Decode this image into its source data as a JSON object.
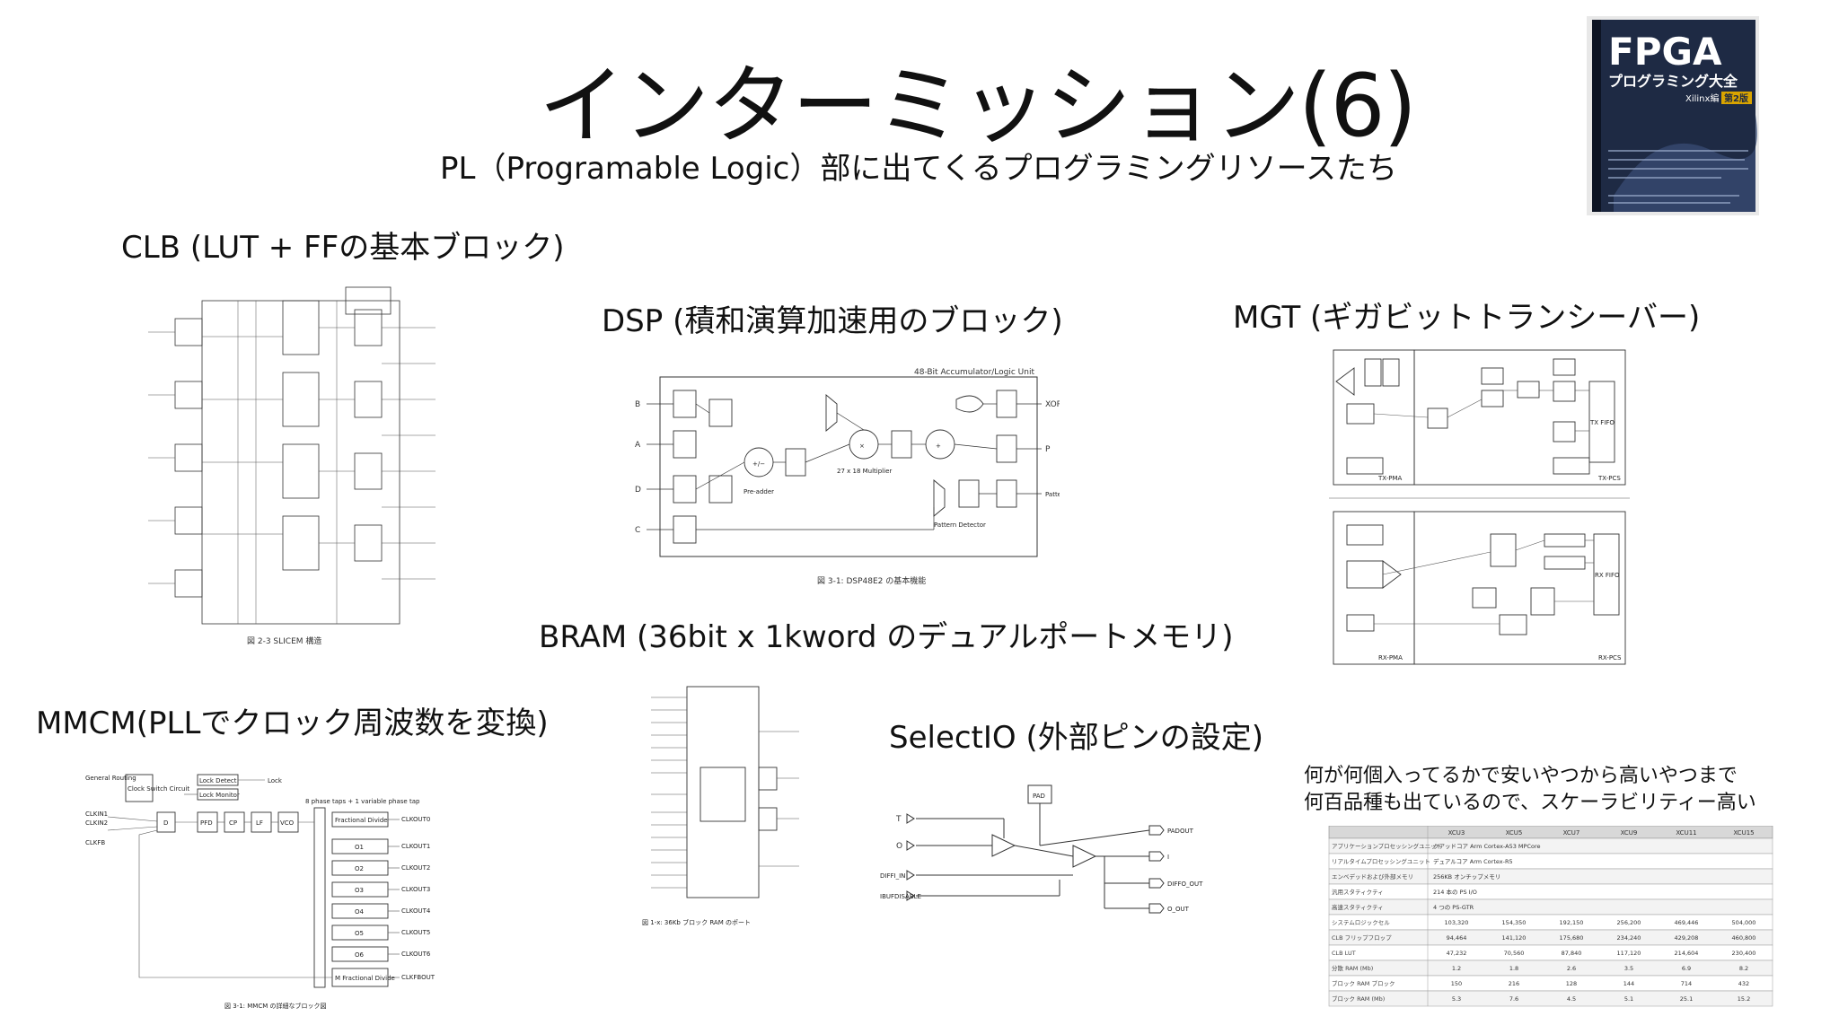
{
  "slide": {
    "title": "インターミッション(6)",
    "subtitle": "PL（Programable Logic）部に出てくるプログラミングリソースたち"
  },
  "sections": {
    "clb": "CLB (LUT + FFの基本ブロック)",
    "dsp": "DSP (積和演算加速用のブロック)",
    "mgt": "MGT (ギガビットトランシーバー)",
    "bram": "BRAM (36bit x 1kword のデュアルポートメモリ)",
    "mmcm": "MMCM(PLLでクロック周波数を変換)",
    "selectio": "SelectIO (外部ピンの設定)"
  },
  "note": {
    "line1": "何が何個入ってるかで安いやつから高いやつまで",
    "line2": "何百品種も出ているので、スケーラビリティー高い"
  },
  "book": {
    "title": "FPGA",
    "subtitle": "プログラミング大全",
    "edition": "Xilinx編",
    "badge": "第2版"
  },
  "figures": {
    "clb_caption": "図 2-3 SLICEM 構造",
    "dsp_caption": "図 3-1: DSP48E2 の基本機能",
    "dsp_labels": {
      "unit": "48-Bit Accumulator/Logic Unit",
      "preadder": "Pre-adder",
      "multiplier": "27 x 18 Multiplier",
      "pattern": "Pattern Detector",
      "xor": "XOR",
      "p": "P",
      "pattern_detect": "Pattern Detect",
      "inputs": [
        "B",
        "A",
        "D",
        "C"
      ]
    },
    "mmcm_caption": "図 3-1: MMCM の詳細なブロック図",
    "mmcm_labels": {
      "general_routing": "General Routing",
      "clock_switch": "Clock Switch Circuit",
      "lock_detect": "Lock Detect",
      "lock_monitor": "Lock Monitor",
      "lock": "Lock",
      "clkin1": "CLKIN1",
      "clkin2": "CLKIN2",
      "clkfb": "CLKFB",
      "d": "D",
      "pfd": "PFD",
      "cp": "CP",
      "lf": "LF",
      "vco": "VCO",
      "phase_taps": "8 phase taps + 1 variable phase tap",
      "fractional_divide": "Fractional Divide",
      "dividers": [
        "O1",
        "O2",
        "O3",
        "O4",
        "O5",
        "O6"
      ],
      "m_divide": "M Fractional Divide",
      "outputs": [
        "CLKOUT0",
        "CLKOUT1",
        "CLKOUT2",
        "CLKOUT3",
        "CLKOUT4",
        "CLKOUT5",
        "CLKOUT6",
        "CLKFBOUT"
      ]
    },
    "bram_caption": "図 1-x: 36Kb ブロック RAM のポート",
    "selectio_labels": {
      "pad": "PAD",
      "t": "T",
      "o": "O",
      "diff_in": "DIFFI_IN",
      "ibufdisable": "IBUFDISABLE",
      "padout": "PADOUT",
      "i": "I",
      "diffo_out": "DIFFO_OUT",
      "o_out": "O_OUT"
    },
    "mgt_labels": {
      "tx_pma": "TX-PMA",
      "tx_pcs": "TX-PCS",
      "rx_pma": "RX-PMA",
      "rx_pcs": "RX-PCS",
      "tx_fifo": "TX FIFO",
      "rx_fifo": "RX FIFO"
    }
  },
  "table": {
    "columns": [
      "XCU3",
      "XCU5",
      "XCU7",
      "XCU9",
      "XCU11",
      "XCU15"
    ],
    "rows": [
      [
        "アプリケーションプロセッシングユニット",
        "クアッドコア Arm Cortex-A53 MPCore"
      ],
      [
        "リアルタイムプロセッシングユニット",
        "デュアルコア Arm Cortex-R5"
      ],
      [
        "エンベデッドおよび外部メモリ",
        "256KB オンチップメモリ"
      ],
      [
        "汎用スタティクティ",
        "214 本の PS I/O"
      ],
      [
        "高速スタティクティ",
        "4 つの PS-GTR"
      ],
      [
        "システムロジックセル",
        "103,320",
        "154,350",
        "192,150",
        "256,200",
        "469,446",
        "504,000"
      ],
      [
        "CLB フリップフロップ",
        "94,464",
        "141,120",
        "175,680",
        "234,240",
        "429,208",
        "460,800"
      ],
      [
        "CLB LUT",
        "47,232",
        "70,560",
        "87,840",
        "117,120",
        "214,604",
        "230,400"
      ],
      [
        "分散 RAM (Mb)",
        "1.2",
        "1.8",
        "2.6",
        "3.5",
        "6.9",
        "8.2"
      ],
      [
        "ブロック RAM ブロック",
        "150",
        "216",
        "128",
        "144",
        "714",
        "432"
      ],
      [
        "ブロック RAM (Mb)",
        "5.3",
        "7.6",
        "4.5",
        "5.1",
        "25.1",
        "15.2"
      ]
    ]
  }
}
